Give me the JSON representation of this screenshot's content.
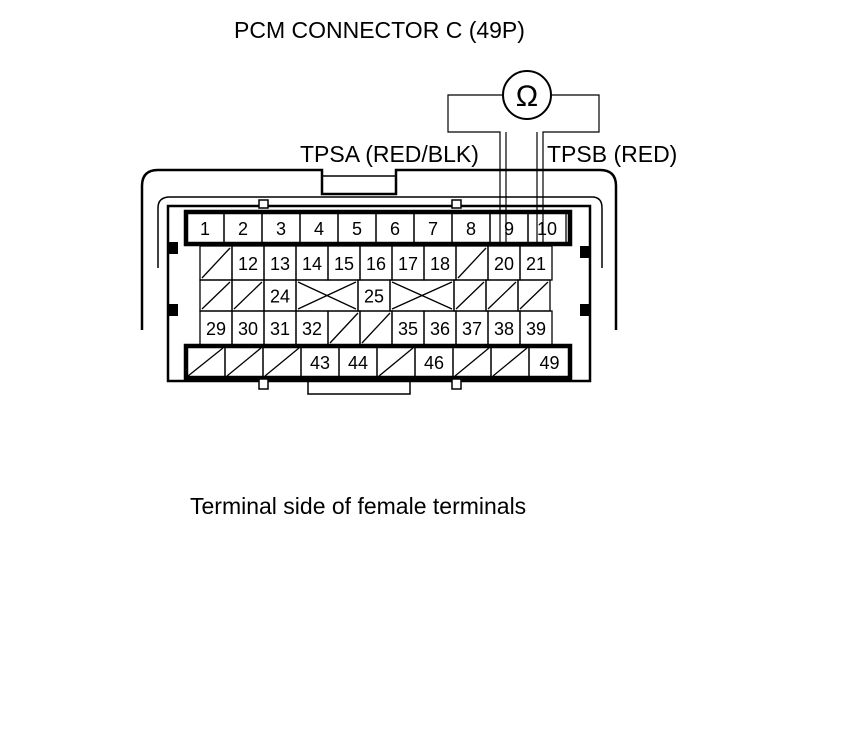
{
  "title": "PCM CONNECTOR C (49P)",
  "meter": {
    "symbol": "Ω",
    "icon": "ohmmeter-icon"
  },
  "probe_a_label": "TPSA (RED/BLK)",
  "probe_b_label": "TPSB (RED)",
  "probe_a_terminal": "9",
  "probe_b_terminal": "10",
  "caption": "Terminal side of female terminals",
  "connector": {
    "rows": [
      [
        "1",
        "2",
        "3",
        "4",
        "5",
        "6",
        "7",
        "8",
        "9",
        "10"
      ],
      [
        "/",
        "12",
        "13",
        "14",
        "15",
        "16",
        "17",
        "18",
        "/",
        "20",
        "21"
      ],
      [
        "/",
        "/",
        "24",
        "X",
        "25",
        "X",
        "/",
        "/",
        "/"
      ],
      [
        "29",
        "30",
        "31",
        "32",
        "/",
        "/",
        "35",
        "36",
        "37",
        "38",
        "39"
      ],
      [
        "/",
        "/",
        "/",
        "43",
        "44",
        "/",
        "46",
        "/",
        "/",
        "49"
      ]
    ]
  }
}
